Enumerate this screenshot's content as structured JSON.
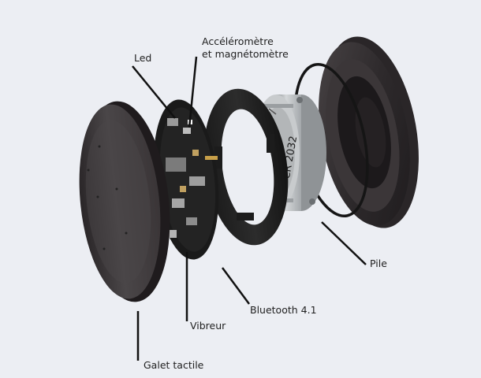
{
  "labels": {
    "led": "Led",
    "accel_line1": "Accéléromètre",
    "accel_line2": "et magnétomètre",
    "pile": "Pile",
    "bluetooth": "Bluetooth 4.1",
    "vibreur": "Vibreur",
    "galet": "Galet tactile"
  },
  "battery_text": "CR 2032",
  "colors": {
    "background": "#eceef3",
    "disc": "#3a3638",
    "pcb": "#1c1c1c",
    "metal": "#b9bcbf",
    "leader": "#111111"
  }
}
